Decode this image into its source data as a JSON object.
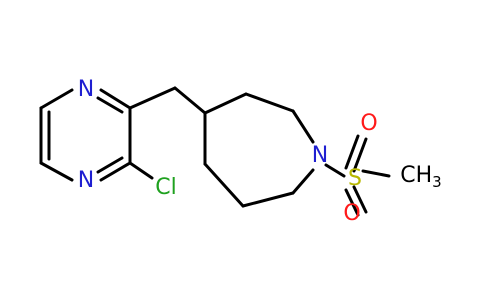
{
  "molecule": {
    "atoms": {
      "n_pyrazine_top": "N",
      "n_pyrazine_bottom": "N",
      "cl": "Cl",
      "n_azepane": "N",
      "s": "S",
      "o_top": "O",
      "o_bottom": "O",
      "ch3": "CH3",
      "ch3_main": "CH",
      "ch3_sub": "3"
    },
    "colors": {
      "nitrogen": "#1f1fd1",
      "chlorine": "#1fa11f",
      "sulfur": "#b8b800",
      "oxygen": "#ff1a1a",
      "carbon": "#000000"
    }
  }
}
